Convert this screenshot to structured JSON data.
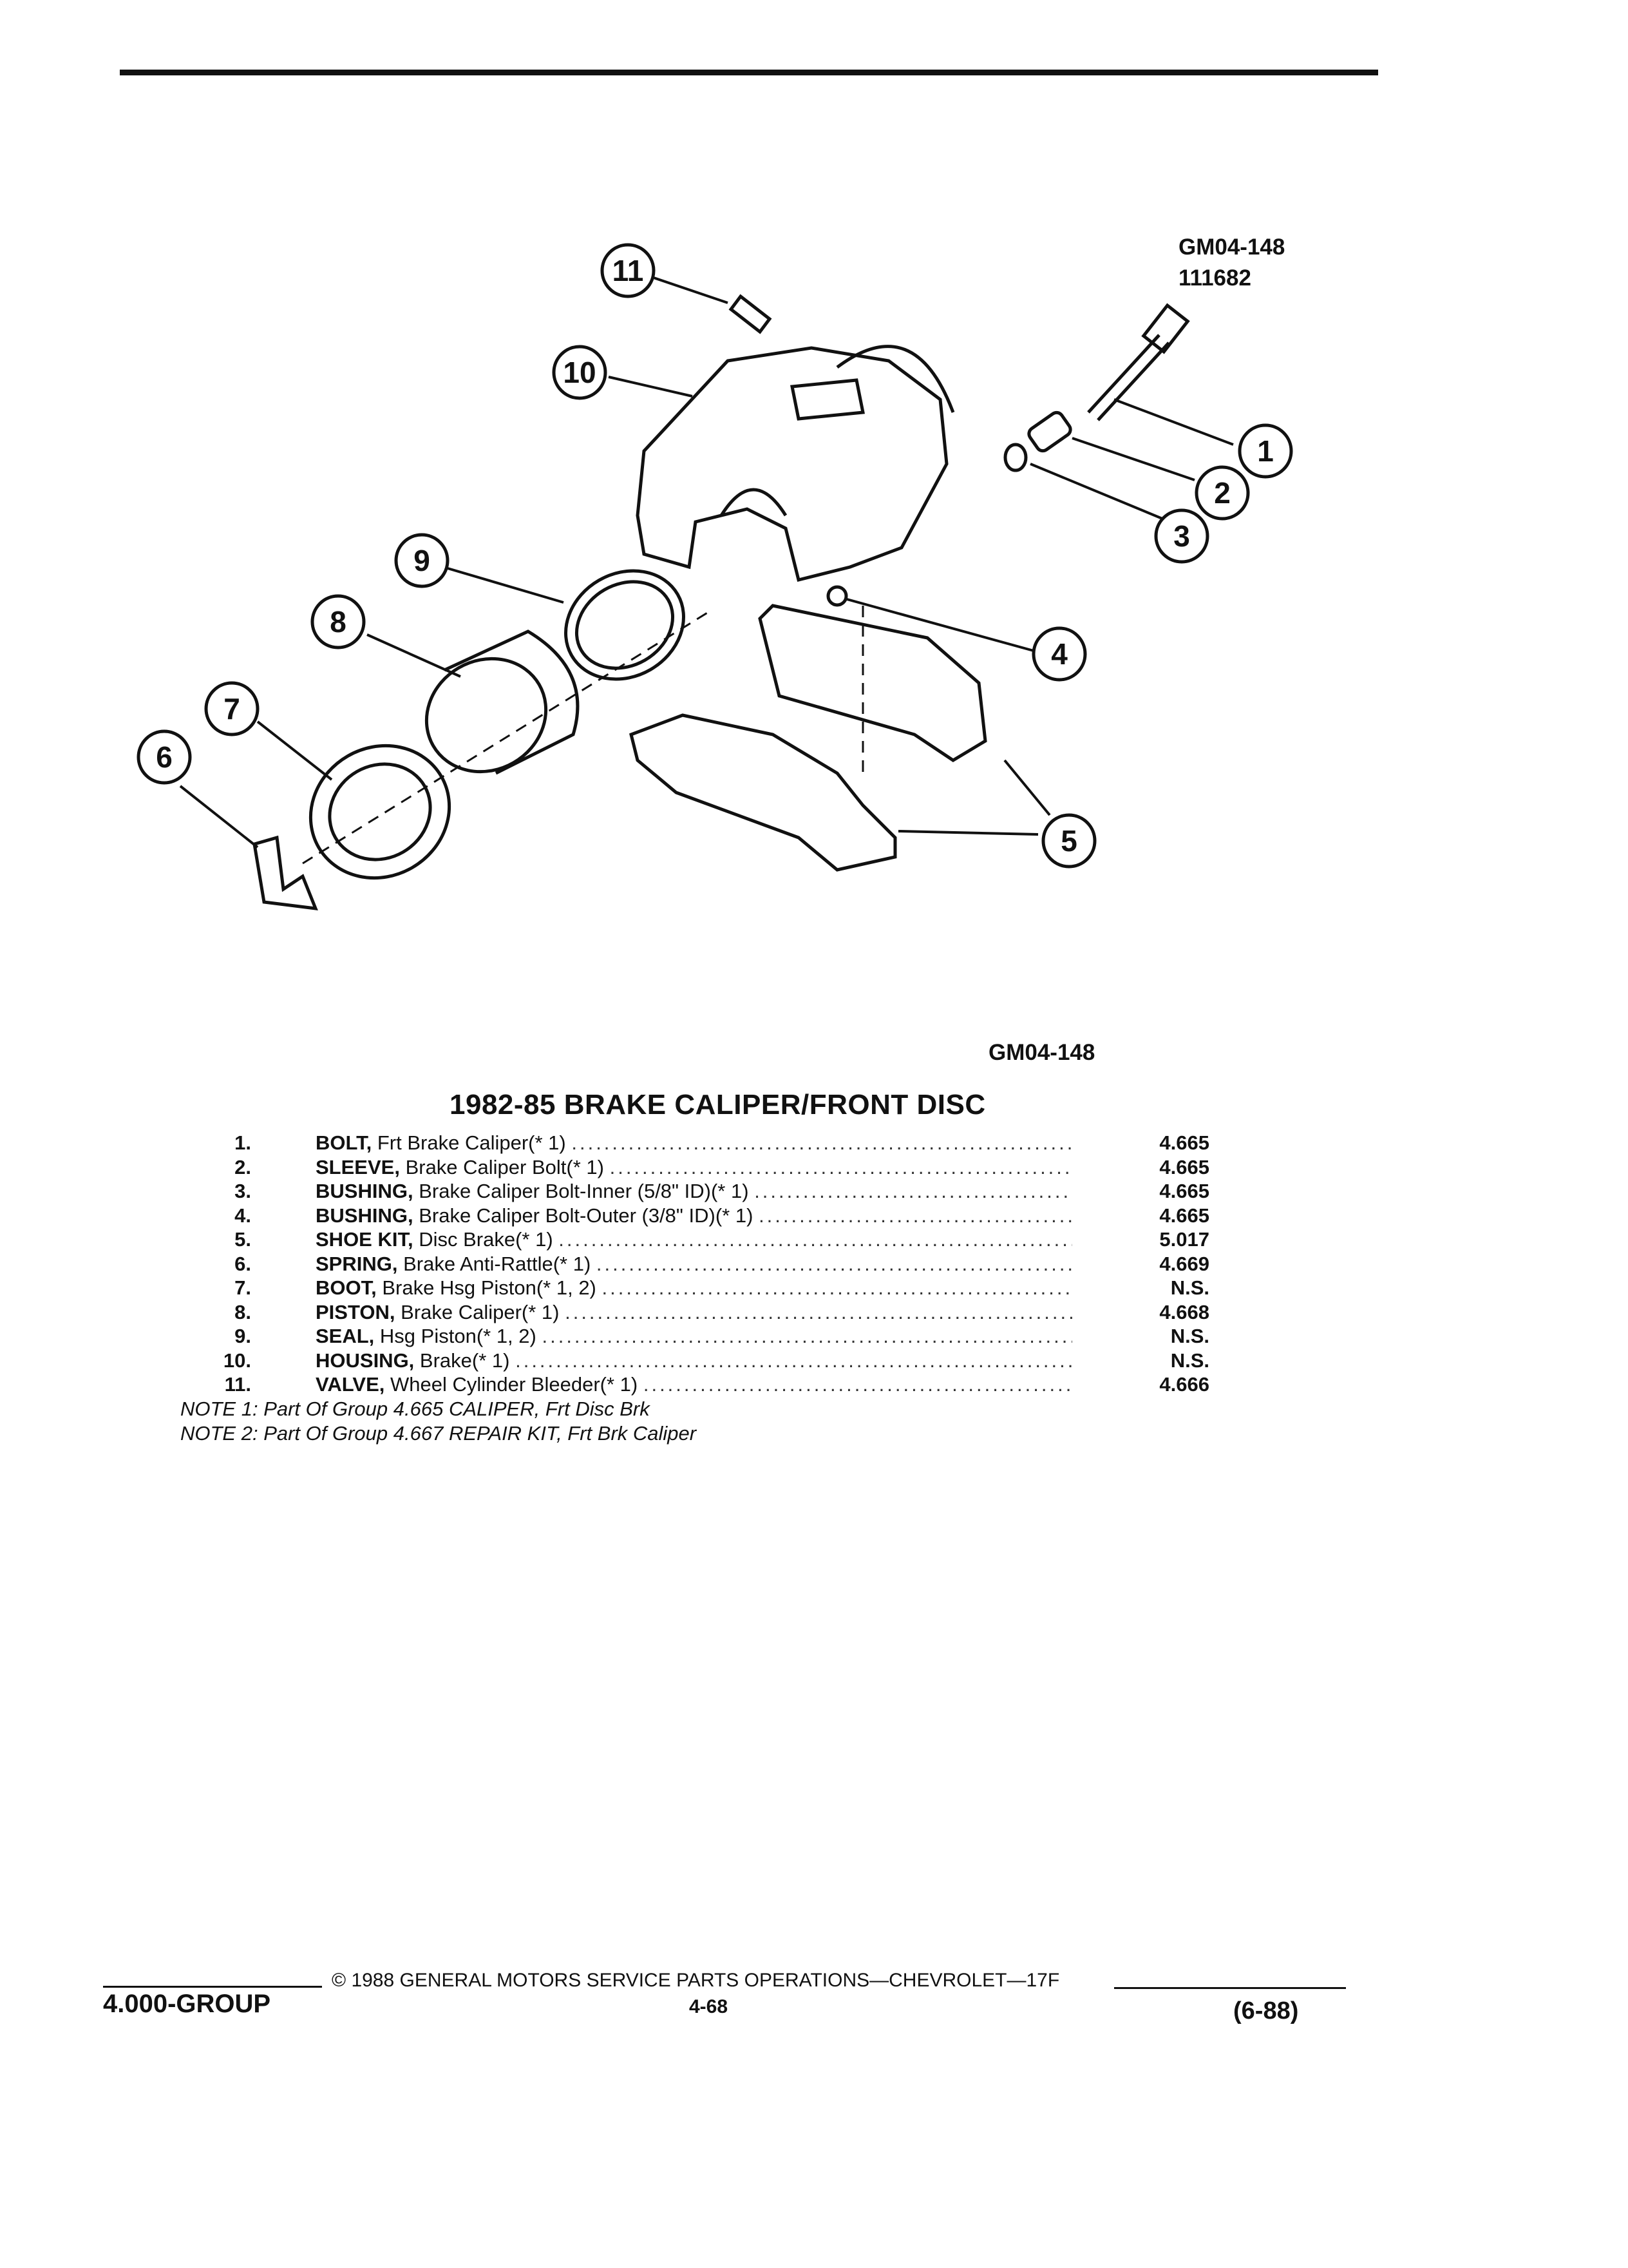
{
  "figure": {
    "code": "GM04-148",
    "number": "111682",
    "caption_code": "GM04-148",
    "callouts": [
      "1",
      "2",
      "3",
      "4",
      "5",
      "5",
      "6",
      "7",
      "8",
      "9",
      "10",
      "11"
    ]
  },
  "title": "1982-85 BRAKE CALIPER/FRONT DISC",
  "parts": [
    {
      "num": "1.",
      "name": "BOLT,",
      "desc": "Frt Brake Caliper(* 1)",
      "group": "4.665"
    },
    {
      "num": "2.",
      "name": "SLEEVE,",
      "desc": "Brake Caliper Bolt(* 1)",
      "group": "4.665"
    },
    {
      "num": "3.",
      "name": "BUSHING,",
      "desc": "Brake Caliper Bolt-Inner (5/8\" ID)(* 1)",
      "group": "4.665"
    },
    {
      "num": "4.",
      "name": "BUSHING,",
      "desc": "Brake Caliper Bolt-Outer (3/8\" ID)(* 1)",
      "group": "4.665"
    },
    {
      "num": "5.",
      "name": "SHOE KIT,",
      "desc": "Disc Brake(* 1)",
      "group": "5.017"
    },
    {
      "num": "6.",
      "name": "SPRING,",
      "desc": "Brake Anti-Rattle(* 1)",
      "group": "4.669"
    },
    {
      "num": "7.",
      "name": "BOOT,",
      "desc": "Brake Hsg Piston(* 1, 2)",
      "group": "N.S."
    },
    {
      "num": "8.",
      "name": "PISTON,",
      "desc": "Brake Caliper(* 1)",
      "group": "4.668"
    },
    {
      "num": "9.",
      "name": "SEAL,",
      "desc": "Hsg Piston(* 1, 2)",
      "group": "N.S."
    },
    {
      "num": "10.",
      "name": "HOUSING,",
      "desc": "Brake(* 1)",
      "group": "N.S."
    },
    {
      "num": "11.",
      "name": "VALVE,",
      "desc": "Wheel Cylinder Bleeder(* 1)",
      "group": "4.666"
    }
  ],
  "notes": [
    "NOTE 1: Part Of Group 4.665 CALIPER, Frt Disc Brk",
    "NOTE 2: Part Of Group 4.667 REPAIR KIT, Frt Brk Caliper"
  ],
  "footer": {
    "copyright": "© 1988 GENERAL MOTORS SERVICE PARTS OPERATIONS—CHEVROLET—17F",
    "group": "4.000-GROUP",
    "page": "4-68",
    "date": "(6-88)"
  }
}
